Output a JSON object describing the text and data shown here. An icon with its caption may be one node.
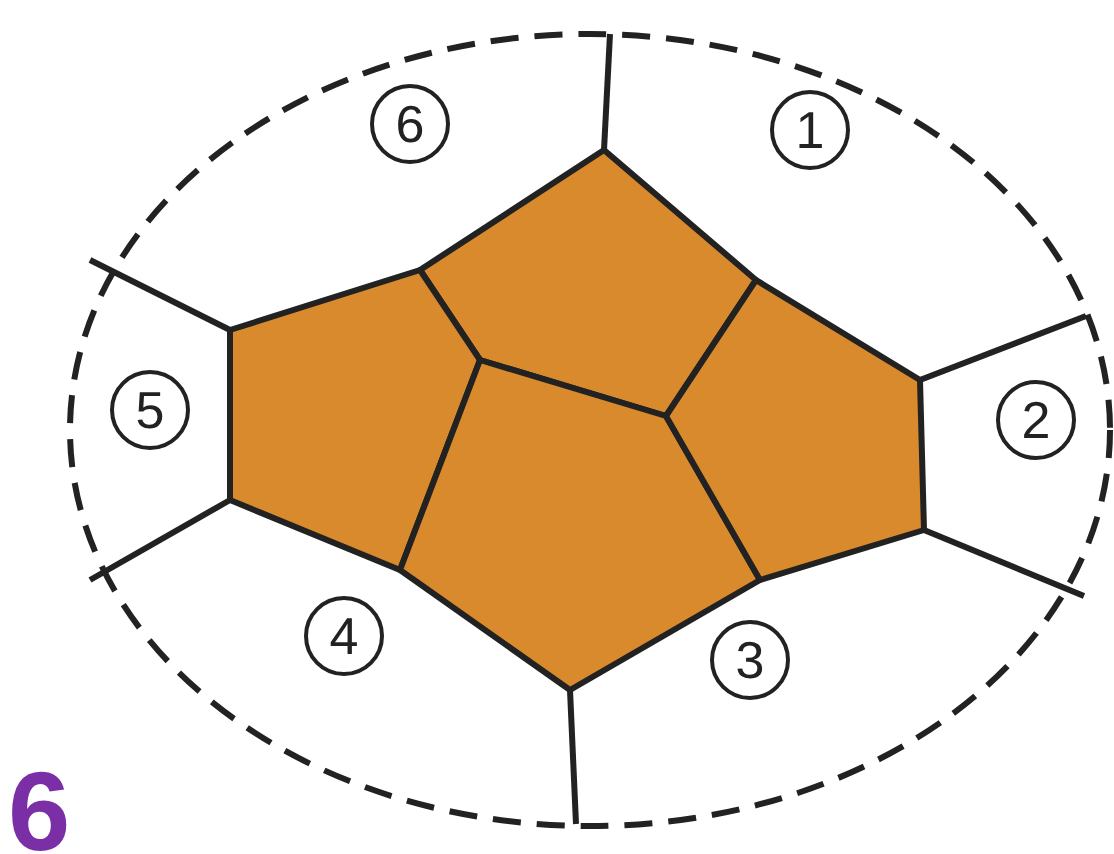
{
  "diagram": {
    "nodes": [
      {
        "text": [
          "6"
        ]
      },
      {
        "text": [
          "1"
        ]
      },
      {
        "text": [
          "5"
        ]
      },
      {
        "text": [
          "2"
        ]
      },
      {
        "text": [
          "4"
        ]
      },
      {
        "text": [
          "3"
        ]
      }
    ],
    "labels": [
      "6"
    ]
  }
}
